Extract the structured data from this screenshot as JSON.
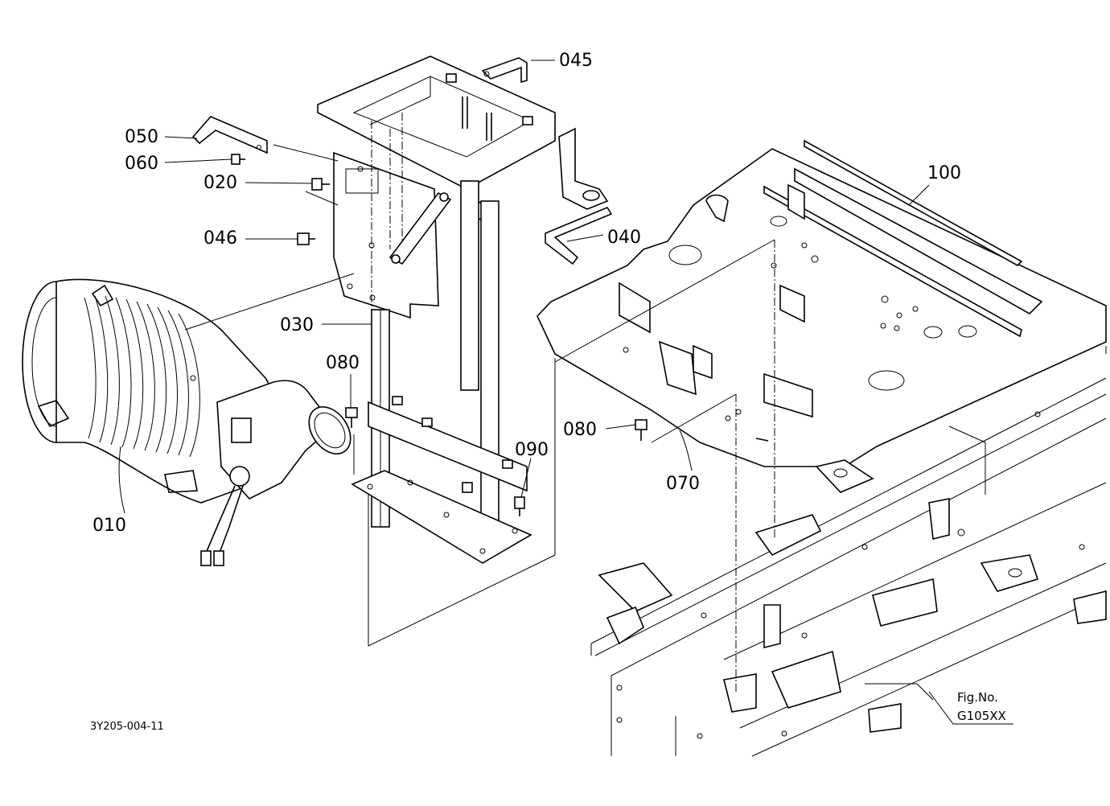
{
  "parts": {
    "p010": "010",
    "p020": "020",
    "p030": "030",
    "p040": "040",
    "p045": "045",
    "p046": "046",
    "p050": "050",
    "p060": "060",
    "p070": "070",
    "p080a": "080",
    "p080b": "080",
    "p090": "090",
    "p100": "100"
  },
  "diagram_code": "3Y205-004-11",
  "fig_ref": {
    "line1": "Fig.No.",
    "line2": "G105XX"
  }
}
